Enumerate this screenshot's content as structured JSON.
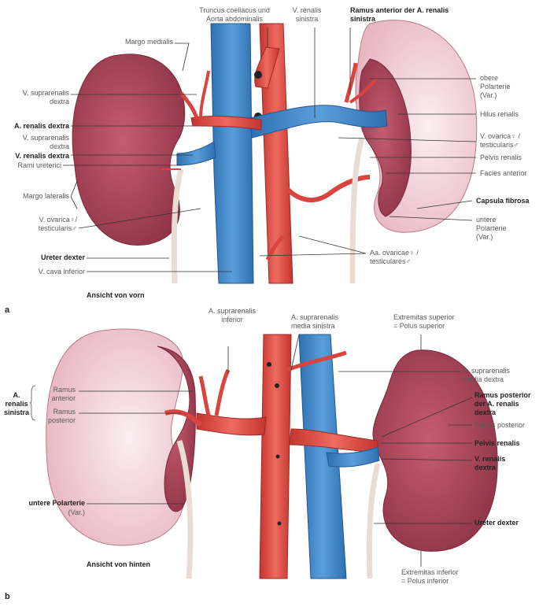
{
  "colors": {
    "artery": "#e0463f",
    "vein": "#3a84c8",
    "kidney": "#b44a5e",
    "kidney_back": "#f2d6dc",
    "ureter": "#e9dcd4"
  },
  "a": {
    "panel": "a",
    "caption": "Ansicht von vorn",
    "truncus": "Truncus coeliacus und\nAorta abdominalis",
    "v_ren_sin": "V. renalis\nsinistra",
    "ramus_ant": "Ramus anterior der A. renalis\nsinistra",
    "margo_med": "Margo medialis",
    "v_supra_dex": "V. suprarenalis\ndextra",
    "a_ren_dex": "A. renalis dextra",
    "v_supra_dex2": "V. suprarenalis\ndextra",
    "v_ren_dex": "V. renalis dextra",
    "rami_uret": "Rami ureterici",
    "margo_lat": "Margo lateralis",
    "v_ovarica": "V. ovarica♀/\ntesticularis♂",
    "ureter_dex": "Ureter dexter",
    "v_cava": "V. cava inferior",
    "obere_polart": "obere\nPolarterie\n(Var.)",
    "hilus": "Hilus renalis",
    "v_ovarica_r": "V. ovarica♀ /\ntesticularis♂",
    "pelvis": "Pelvis renalis",
    "facies_ant": "Facies anterior",
    "capsula": "Capsula fibrosa",
    "untere_polart": "untere\nPolarterie\n(Var.)",
    "aa_ovaricae": "Aa. ovaricae♀ /\ntesticulares♂"
  },
  "b": {
    "panel": "b",
    "caption": "Ansicht von hinten",
    "a_supra_inf": "A. suprarenalis\ninferior",
    "a_supra_med_sin": "A. suprarenalis\nmedia sinistra",
    "extremitas_sup": "Extremitas superior\n= Polus superior",
    "a_renalis_sin": "A.\nrenalis\nsinistra",
    "ramus_anterior": "Ramus\nanterior",
    "ramus_posterior": "Ramus\nposterior",
    "a_supra_med_dex": "A. suprarenalis\nmedia dextra",
    "ramus_post_dex": "Ramus posterior\nder A. renalis\ndextra",
    "facies_post": "Facies posterior",
    "pelvis": "Pelvis renalis",
    "v_ren_dex": "V. renalis\ndextra",
    "untere_polart": "untere Polarterie",
    "var": "(Var.)",
    "ureter_dex": "Ureter dexter",
    "extremitas_inf": "Extremitas inferior\n= Polus inferior"
  }
}
